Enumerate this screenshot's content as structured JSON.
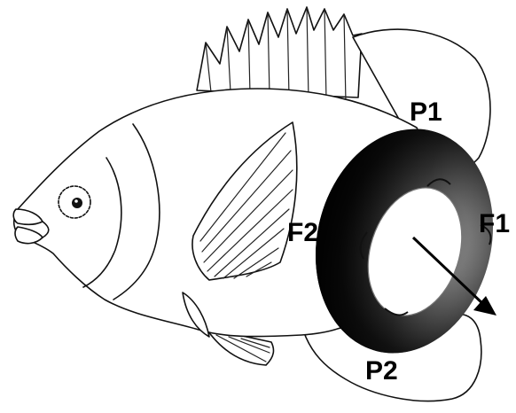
{
  "labels": {
    "p1": "P1",
    "p2": "P2",
    "f1": "F1",
    "f2": "F2"
  },
  "colors": {
    "outline": "#111111",
    "ring_dark": "#0a0a0a",
    "ring_light": "#bdbdbd",
    "background": "#ffffff"
  }
}
